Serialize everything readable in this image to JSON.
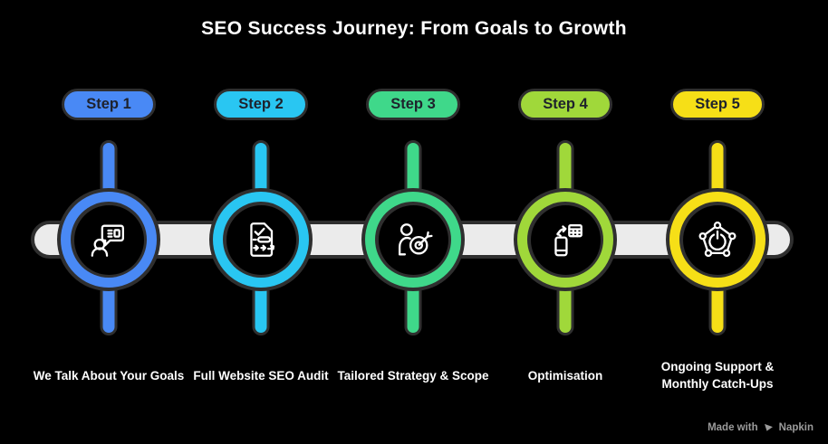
{
  "title": "SEO Success Journey: From Goals to Growth",
  "steps": [
    {
      "badge": "Step 1",
      "label": "We Talk About Your Goals",
      "color": "#4989F5",
      "icon": "consultation-icon"
    },
    {
      "badge": "Step 2",
      "label": "Full Website SEO Audit",
      "color": "#29C6F2",
      "icon": "audit-document-icon"
    },
    {
      "badge": "Step 3",
      "label": "Tailored Strategy & Scope",
      "color": "#3FD88A",
      "icon": "strategy-target-icon"
    },
    {
      "badge": "Step 4",
      "label": "Optimisation",
      "color": "#A0D83A",
      "icon": "device-optimisation-icon"
    },
    {
      "badge": "Step 5",
      "label": "Ongoing Support & Monthly Catch-Ups",
      "color": "#F6DF17",
      "icon": "ongoing-support-cycle-icon"
    }
  ],
  "colors": {
    "background": "#000000",
    "outline": "#2F2F2F",
    "track": "#EBEBEB",
    "badge_text": "#1E222C",
    "label_text": "#FFFFFF",
    "watermark_text": "#9B9B9B"
  },
  "watermark": {
    "prefix": "Made with",
    "brand": "Napkin"
  }
}
